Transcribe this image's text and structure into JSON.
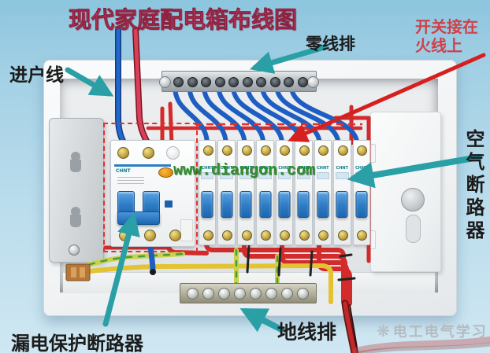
{
  "title": "现代家庭配电箱布线图",
  "annotations": {
    "neutral_bar": {
      "label": "零线排"
    },
    "switch_on_live": {
      "line1": "开关接在",
      "line2": "火线上"
    },
    "incoming_line": {
      "label": "进户线"
    },
    "air_breaker": {
      "label": "空气断路器"
    },
    "leakage_breaker": {
      "label": "漏电保护断路器"
    },
    "ground_bar": {
      "label": "地线排"
    }
  },
  "watermarks": {
    "site": "www.diangon.com",
    "brand": "电工电气学习",
    "logo_glyph": "❋"
  },
  "equipment": {
    "brand": "CHNT",
    "small_breaker_count": 9,
    "neutral_bar_screw_count": 10,
    "ground_bar_screw_count": 8
  },
  "colors": {
    "background_sky": "#a3d0e5",
    "title_red": "#cf4460",
    "annotation_red": "#d04048",
    "arrow_teal": "#2a9fa6",
    "dashed_outline_red": "#e12f2f",
    "live_wire_red": "#d32b2b",
    "neutral_wire_blue": "#1e5ec2",
    "ground_wire_yellow_green": "#c9d24b",
    "breaker_toggle_blue": "#2e7cc4"
  }
}
